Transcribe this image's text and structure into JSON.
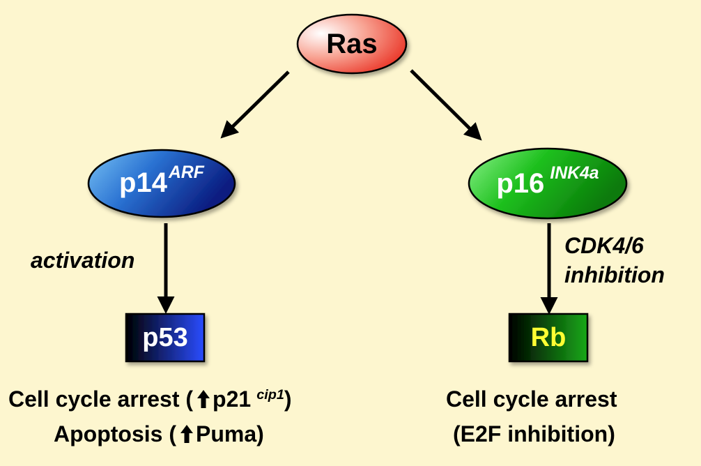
{
  "nodes": {
    "ras": {
      "label": "Ras"
    },
    "p14": {
      "label": "p14",
      "superscript": "ARF"
    },
    "p16": {
      "label": "p16",
      "superscript": "INK4a"
    },
    "p53": {
      "label": "p53"
    },
    "rb": {
      "label": "Rb"
    }
  },
  "edges": {
    "activation": "activation",
    "cdk_line1": "CDK4/6",
    "cdk_line2": "inhibition"
  },
  "outcomes": {
    "left_line1_prefix": "Cell cycle arrest (",
    "left_line1_gene": "p21",
    "left_line1_sup": "cip1",
    "left_line1_suffix": ")",
    "left_line2_prefix": "Apoptosis (",
    "left_line2_gene": "Puma",
    "left_line2_suffix": ")",
    "right_line1": "Cell cycle arrest",
    "right_line2": "(E2F inhibition)"
  },
  "colors": {
    "background": "#fdf6cf",
    "ras": "#f04030",
    "p14": "#1e5fc8",
    "p16": "#18b818",
    "p53": "#1a3ad0",
    "rb": "#0c8a0c",
    "rb_text": "#ffff33"
  }
}
